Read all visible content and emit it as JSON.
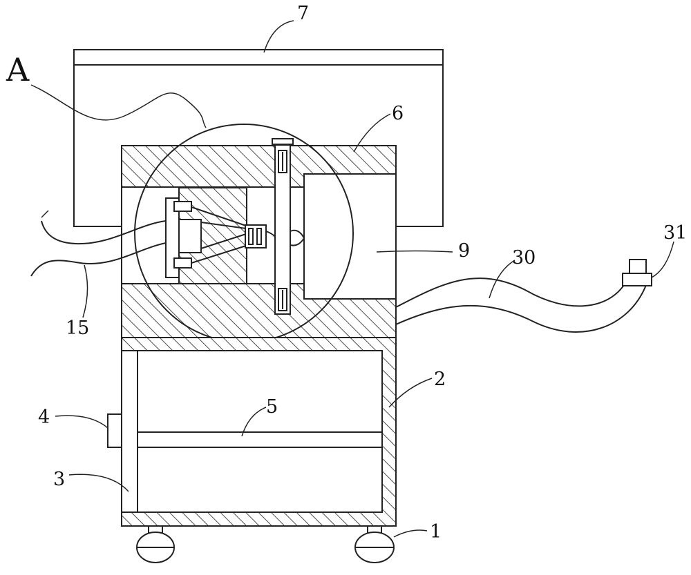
{
  "figure": {
    "detail_label": "A",
    "callouts": [
      {
        "id": "1",
        "text": "1"
      },
      {
        "id": "2",
        "text": "2"
      },
      {
        "id": "3",
        "text": "3"
      },
      {
        "id": "4",
        "text": "4"
      },
      {
        "id": "5",
        "text": "5"
      },
      {
        "id": "6",
        "text": "6"
      },
      {
        "id": "7",
        "text": "7"
      },
      {
        "id": "9",
        "text": "9"
      },
      {
        "id": "15",
        "text": "15"
      },
      {
        "id": "30",
        "text": "30"
      },
      {
        "id": "31",
        "text": "31"
      }
    ]
  }
}
